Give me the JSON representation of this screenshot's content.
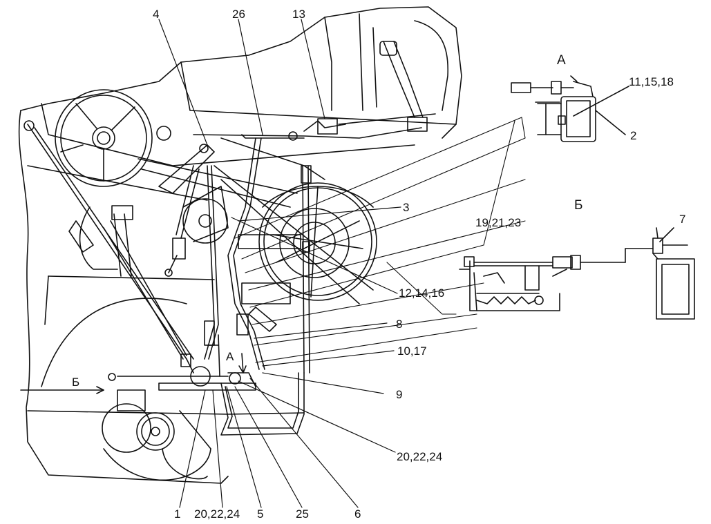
{
  "views": {
    "view_a": "А",
    "view_b": "Б"
  },
  "direction_marks": {
    "arrow_a": "А",
    "arrow_b": "Б"
  },
  "callouts": {
    "c4": "4",
    "c26": "26",
    "c13": "13",
    "c11_15_18": "11,15,18",
    "c2": "2",
    "c3": "3",
    "c19_21_23": "19,21,23",
    "c7": "7",
    "c12_14_16": "12,14,16",
    "c8": "8",
    "c10_17": "10,17",
    "c9": "9",
    "c20_22_24_right": "20,22,24",
    "c1": "1",
    "c20_22_24_bottom": "20,22,24",
    "c5": "5",
    "c25": "25",
    "c6": "6"
  }
}
